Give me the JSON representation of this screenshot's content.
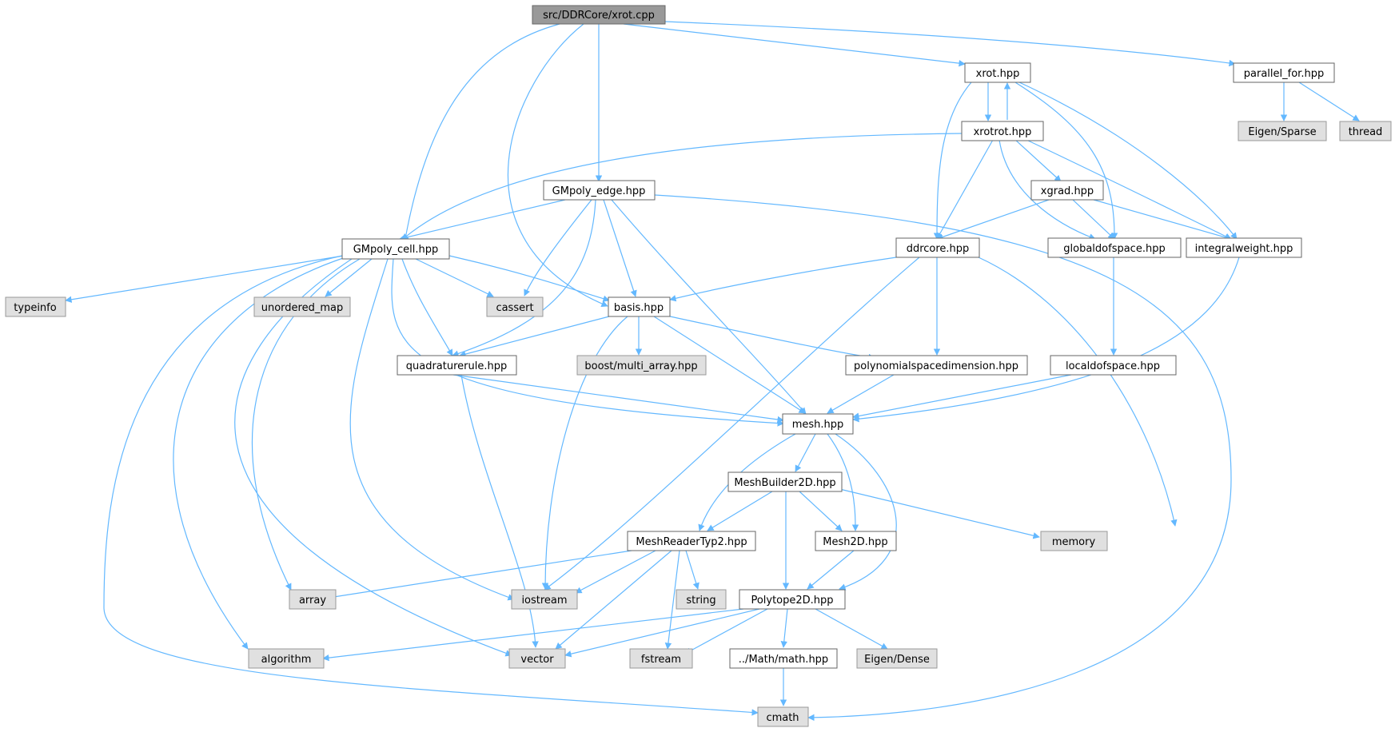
{
  "graph": {
    "colors": {
      "root_fill": "#999999",
      "local_fill": "#ffffff",
      "system_fill": "#e0e0e0",
      "system_stroke": "#999999",
      "local_stroke": "#666666",
      "edge": "#63b8ff"
    },
    "nodes": {
      "root": "src/DDRCore/xrot.cpp",
      "xrot": "xrot.hpp",
      "parallel_for": "parallel_for.hpp",
      "eigen_sparse": "Eigen/Sparse",
      "thread": "thread",
      "xrotrot": "xrotrot.hpp",
      "gmpoly_edge": "GMpoly_edge.hpp",
      "xgrad": "xgrad.hpp",
      "gmpoly_cell": "GMpoly_cell.hpp",
      "ddrcore": "ddrcore.hpp",
      "globaldofspace": "globaldofspace.hpp",
      "integralweight": "integralweight.hpp",
      "typeinfo": "typeinfo",
      "unordered_map": "unordered_map",
      "cassert": "cassert",
      "basis": "basis.hpp",
      "quadraturerule": "quadraturerule.hpp",
      "boost_multi_array": "boost/multi_array.hpp",
      "polynomialspacedimension": "polynomialspacedimension.hpp",
      "localdofspace": "localdofspace.hpp",
      "mesh": "mesh.hpp",
      "meshbuilder2d": "MeshBuilder2D.hpp",
      "meshreadertyp2": "MeshReaderTyp2.hpp",
      "mesh2d": "Mesh2D.hpp",
      "memory": "memory",
      "array": "array",
      "iostream": "iostream",
      "string": "string",
      "polytope2d": "Polytope2D.hpp",
      "algorithm": "algorithm",
      "vector": "vector",
      "fstream": "fstream",
      "math": "../Math/math.hpp",
      "eigen_dense": "Eigen/Dense",
      "cmath": "cmath"
    }
  }
}
